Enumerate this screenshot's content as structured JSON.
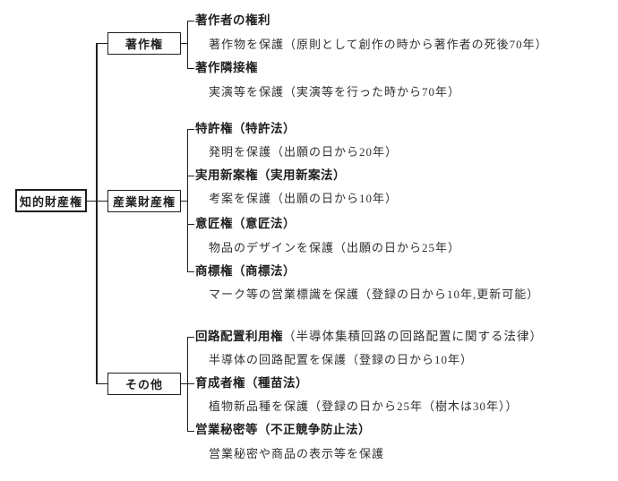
{
  "root": {
    "label": "知的財産権"
  },
  "branches": [
    {
      "box": "著作権",
      "items": [
        {
          "label": "著作者の権利",
          "suffix": "",
          "desc": "著作物を保護（原則として創作の時から著作者の死後70年）"
        },
        {
          "label": "著作隣接権",
          "suffix": "",
          "desc": "実演等を保護（実演等を行った時から70年）"
        }
      ]
    },
    {
      "box": "産業財産権",
      "items": [
        {
          "label": "特許権（特許法）",
          "suffix": "",
          "desc": "発明を保護（出願の日から20年）"
        },
        {
          "label": "実用新案権（実用新案法）",
          "suffix": "",
          "desc": "考案を保護（出願の日から10年）"
        },
        {
          "label": "意匠権（意匠法）",
          "suffix": "",
          "desc": "物品のデザインを保護（出願の日から25年）"
        },
        {
          "label": "商標権（商標法）",
          "suffix": "",
          "desc": "マーク等の営業標識を保護（登録の日から10年,更新可能）"
        }
      ]
    },
    {
      "box": "その他",
      "items": [
        {
          "label": "回路配置利用権",
          "suffix": "（半導体集積回路の回路配置に関する法律）",
          "desc": "半導体の回路配置を保護（登録の日から10年）"
        },
        {
          "label": "育成者権（種苗法）",
          "suffix": "",
          "desc": "植物新品種を保護（登録の日から25年（樹木は30年））"
        },
        {
          "label": "営業秘密等（不正競争防止法）",
          "suffix": "",
          "desc": "営業秘密や商品の表示等を保護"
        }
      ]
    }
  ],
  "colors": {
    "line": "#1f1f1f",
    "text": "#1f1f1f",
    "background": "#ffffff"
  }
}
